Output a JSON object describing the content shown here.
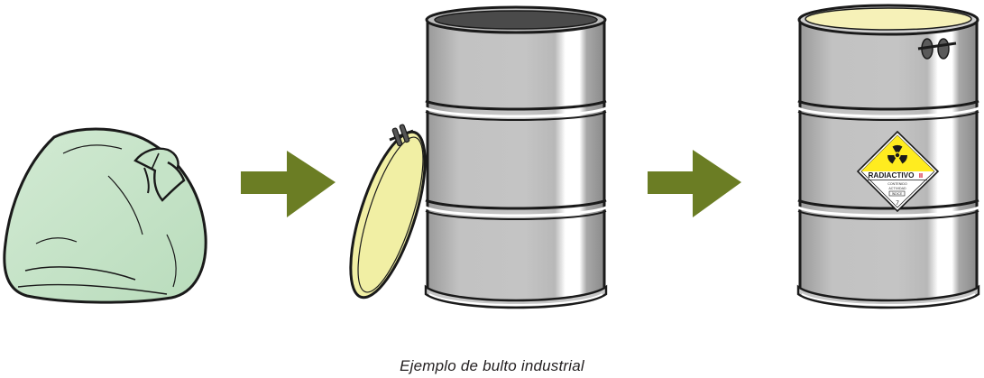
{
  "caption": "Ejemplo de bulto industrial",
  "label": {
    "radioactive_text": "RADIACTIVO",
    "category": "II",
    "line1": "CONTENIDO",
    "line2": "ACTIVIDAD",
    "index_box": "ÍNDICE",
    "class_number": "7"
  },
  "colors": {
    "bag_fill": "#c5e3c7",
    "drum_body": "#bfbfbf",
    "drum_shadow": "#8f8f8f",
    "drum_highlight": "#ffffff",
    "lid_fill": "#f1efa4",
    "arrow": "#6b7d24",
    "label_yellow": "#ffec1f",
    "outline": "#1a1a1a"
  },
  "icons": {
    "arrow": "right-arrow",
    "hazard": "radiation-trefoil-icon"
  }
}
